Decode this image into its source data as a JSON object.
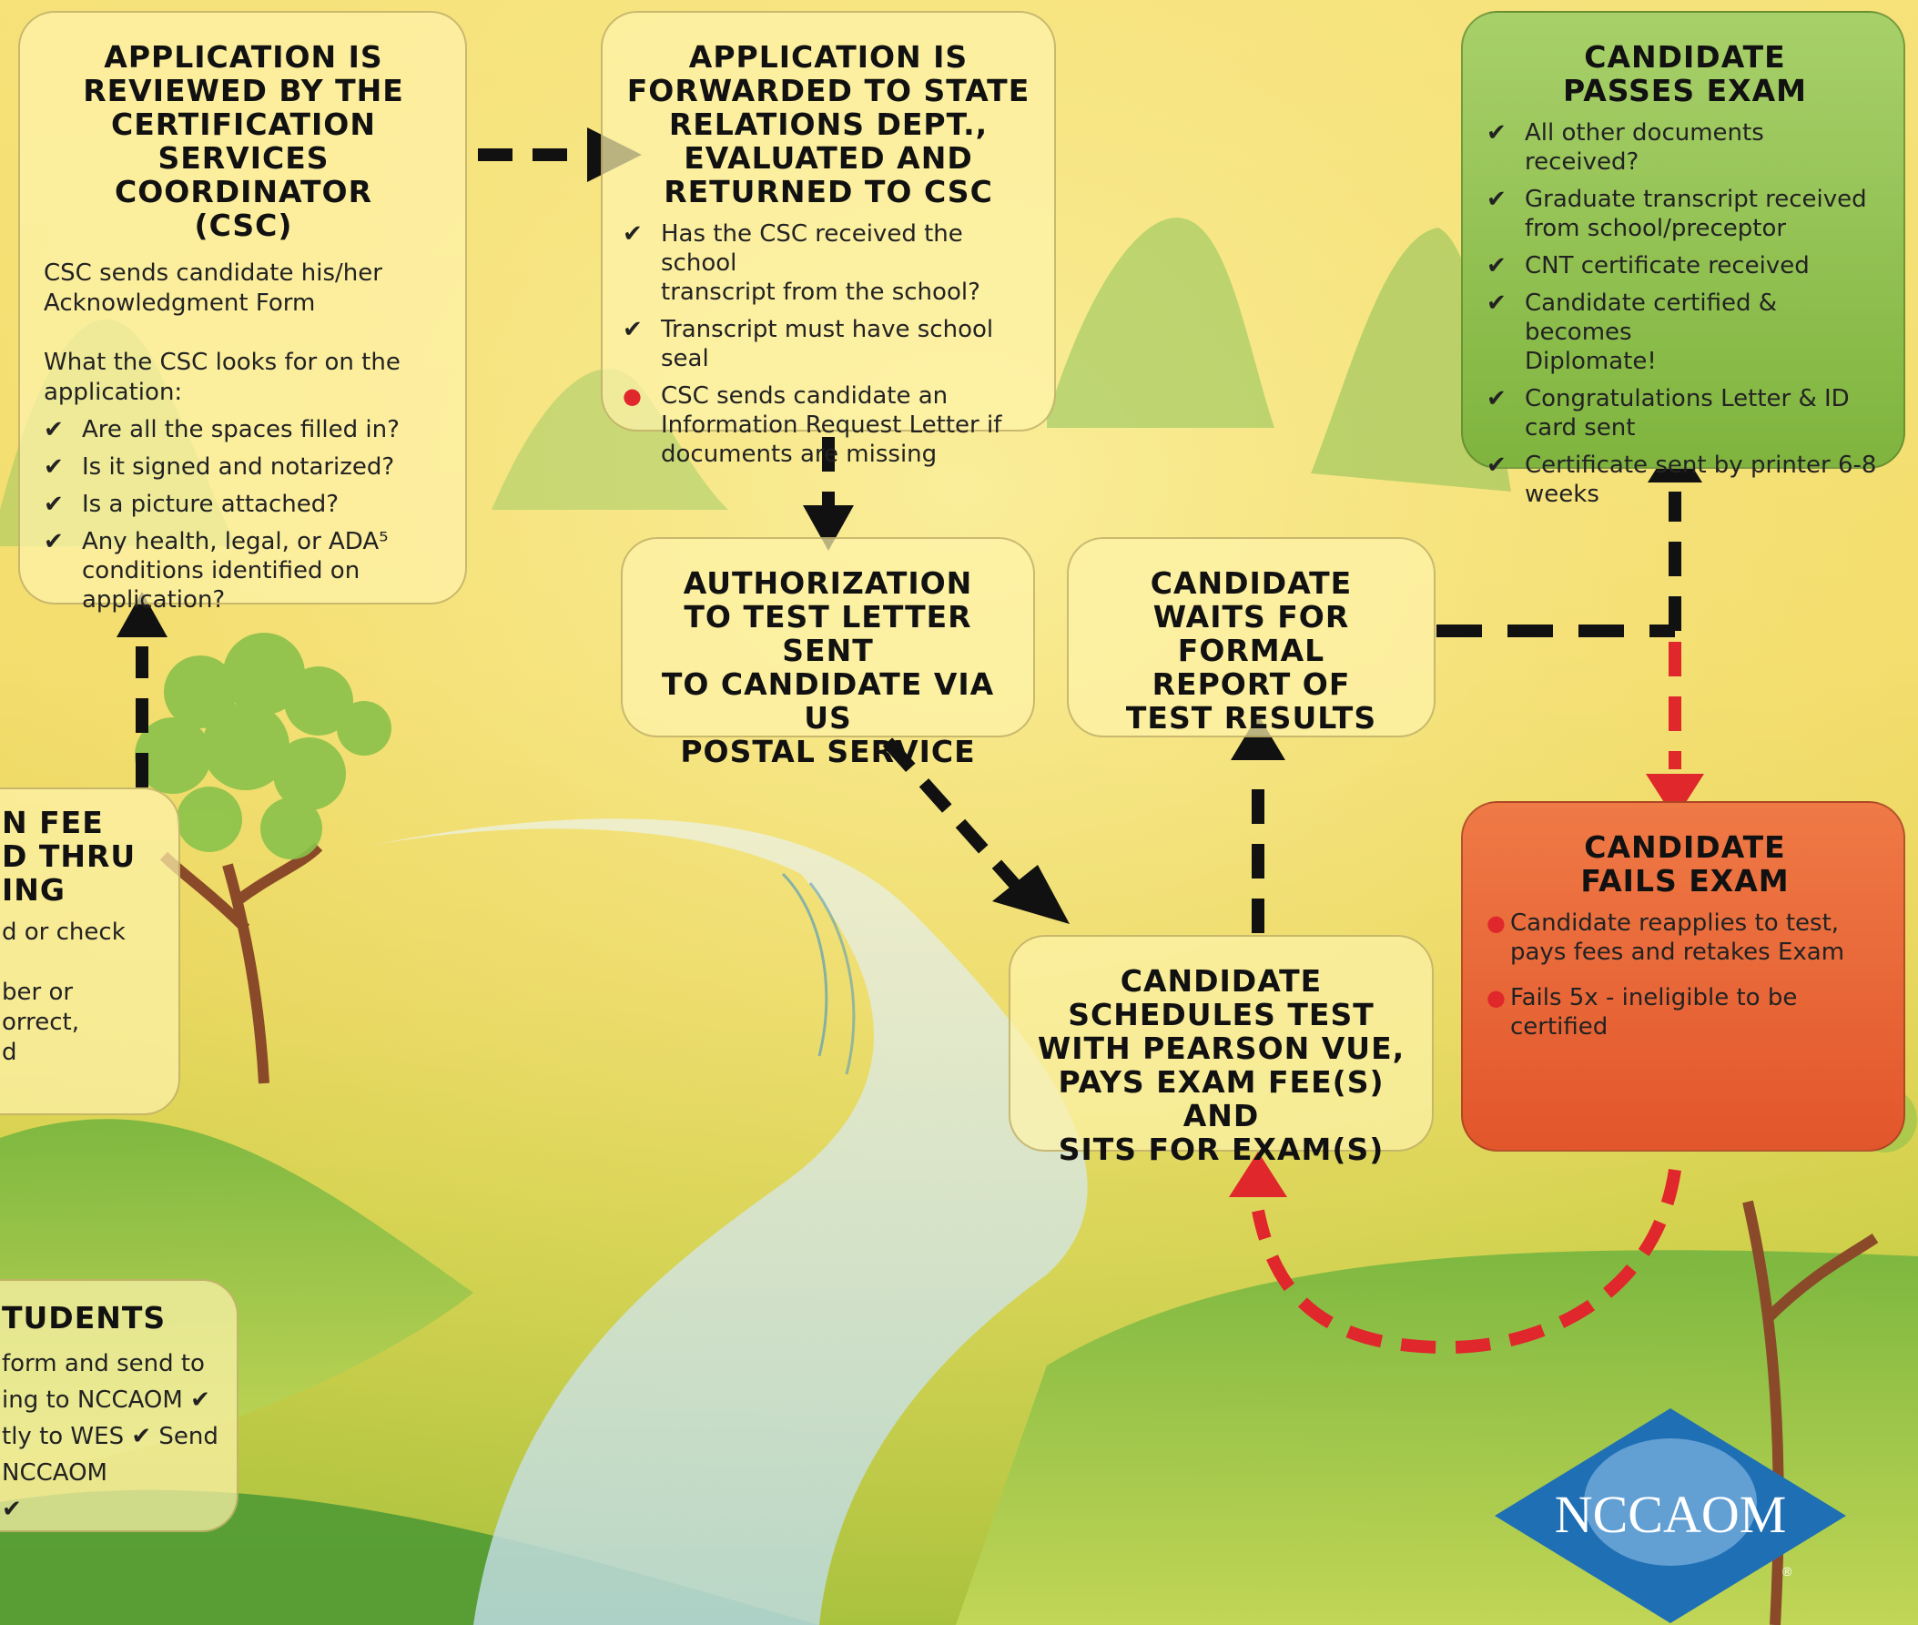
{
  "boxes": {
    "csc_review": {
      "title": "APPLICATION IS\nREVIEWED BY THE\nCERTIFICATION\nSERVICES COORDINATOR\n(CSC)",
      "para1": "CSC sends candidate his/her\nAcknowledgment Form",
      "para2": "What the CSC looks for on the\napplication:",
      "items": [
        "Are all the spaces filled in?",
        "Is it signed and notarized?",
        "Is a picture attached?",
        "Any health, legal, or ADA⁵\nconditions identified on\napplication?"
      ]
    },
    "state_relations": {
      "title": "APPLICATION IS\nFORWARDED TO STATE\nRELATIONS DEPT.,\nEVALUATED AND\nRETURNED TO CSC",
      "items": [
        "Has the CSC received the school\ntranscript from the school?",
        "Transcript must have school seal"
      ],
      "alert": "CSC sends candidate an\nInformation Request Letter if\ndocuments are missing"
    },
    "passes": {
      "title": "CANDIDATE\nPASSES EXAM",
      "items": [
        "All other documents received?",
        "Graduate transcript received\nfrom school/preceptor",
        "CNT certificate received",
        "Candidate certified & becomes\nDiplomate!",
        "Congratulations Letter & ID\ncard sent",
        "Certificate sent by printer 6-8\nweeks"
      ]
    },
    "authorization": {
      "title": "AUTHORIZATION\nTO TEST LETTER SENT\nTO CANDIDATE VIA US\nPOSTAL SERVICE"
    },
    "waits": {
      "title": "CANDIDATE\nWAITS FOR FORMAL\nREPORT OF\nTEST RESULTS"
    },
    "fee": {
      "title": "N FEE\nD THRU\nING",
      "lines": [
        "d or check",
        "",
        "ber or",
        "orrect,",
        "d"
      ]
    },
    "schedules": {
      "title": "CANDIDATE\nSCHEDULES TEST\nWITH PEARSON VUE,\nPAYS EXAM FEE(S) AND\nSITS FOR EXAM(S)"
    },
    "fails": {
      "title": "CANDIDATE\nFAILS EXAM",
      "items": [
        "Candidate reapplies to test,\npays fees and retakes Exam",
        "Fails 5x - ineligible to be\ncertified"
      ]
    },
    "students": {
      "title": "TUDENTS",
      "lines": [
        " form and send to",
        "ing to NCCAOM ✔",
        "tly to WES ✔ Send",
        "NCCAOM",
        "✔"
      ]
    }
  },
  "markers": {
    "check": "✔",
    "dot": "●"
  },
  "logo": {
    "text": "NCCAOM",
    "registered": "®"
  },
  "colors": {
    "arrow_black": "#111111",
    "arrow_red": "#e0272c",
    "logo_blue": "#1f6fb5"
  }
}
